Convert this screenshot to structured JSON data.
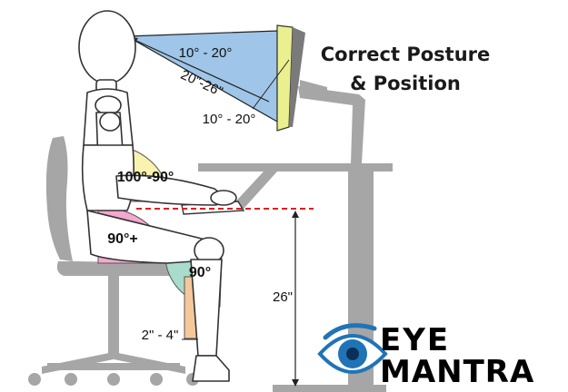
{
  "title": {
    "line1": "Correct Posture",
    "line2": "& Position"
  },
  "labels": {
    "monitor_angle_top": "10° - 20°",
    "viewing_distance": "20\"-26\"",
    "monitor_angle_bottom": "10° - 20°",
    "hip_angle": "100°-90°",
    "thigh_angle": "90°+",
    "knee_angle": "90°",
    "seat_clearance": "2\" - 4\"",
    "desk_height": "26\""
  },
  "brand": {
    "line1": "EYE",
    "line2": "MANTRA"
  },
  "colors": {
    "figure": "#ffffff",
    "outline": "#333333",
    "furniture": "#a6a6a6",
    "view_triangle": "#9fc5e8",
    "screen": "#eaf08f",
    "hip_wedge": "#faf3b0",
    "thigh_wedge": "#f5a8cf",
    "knee_wedge": "#a9dccc",
    "clearance": "#f5c89c",
    "guide_line": "#e01e1e",
    "logo_blue": "#1f74b8"
  },
  "icons": {
    "logo": "eye-icon"
  }
}
